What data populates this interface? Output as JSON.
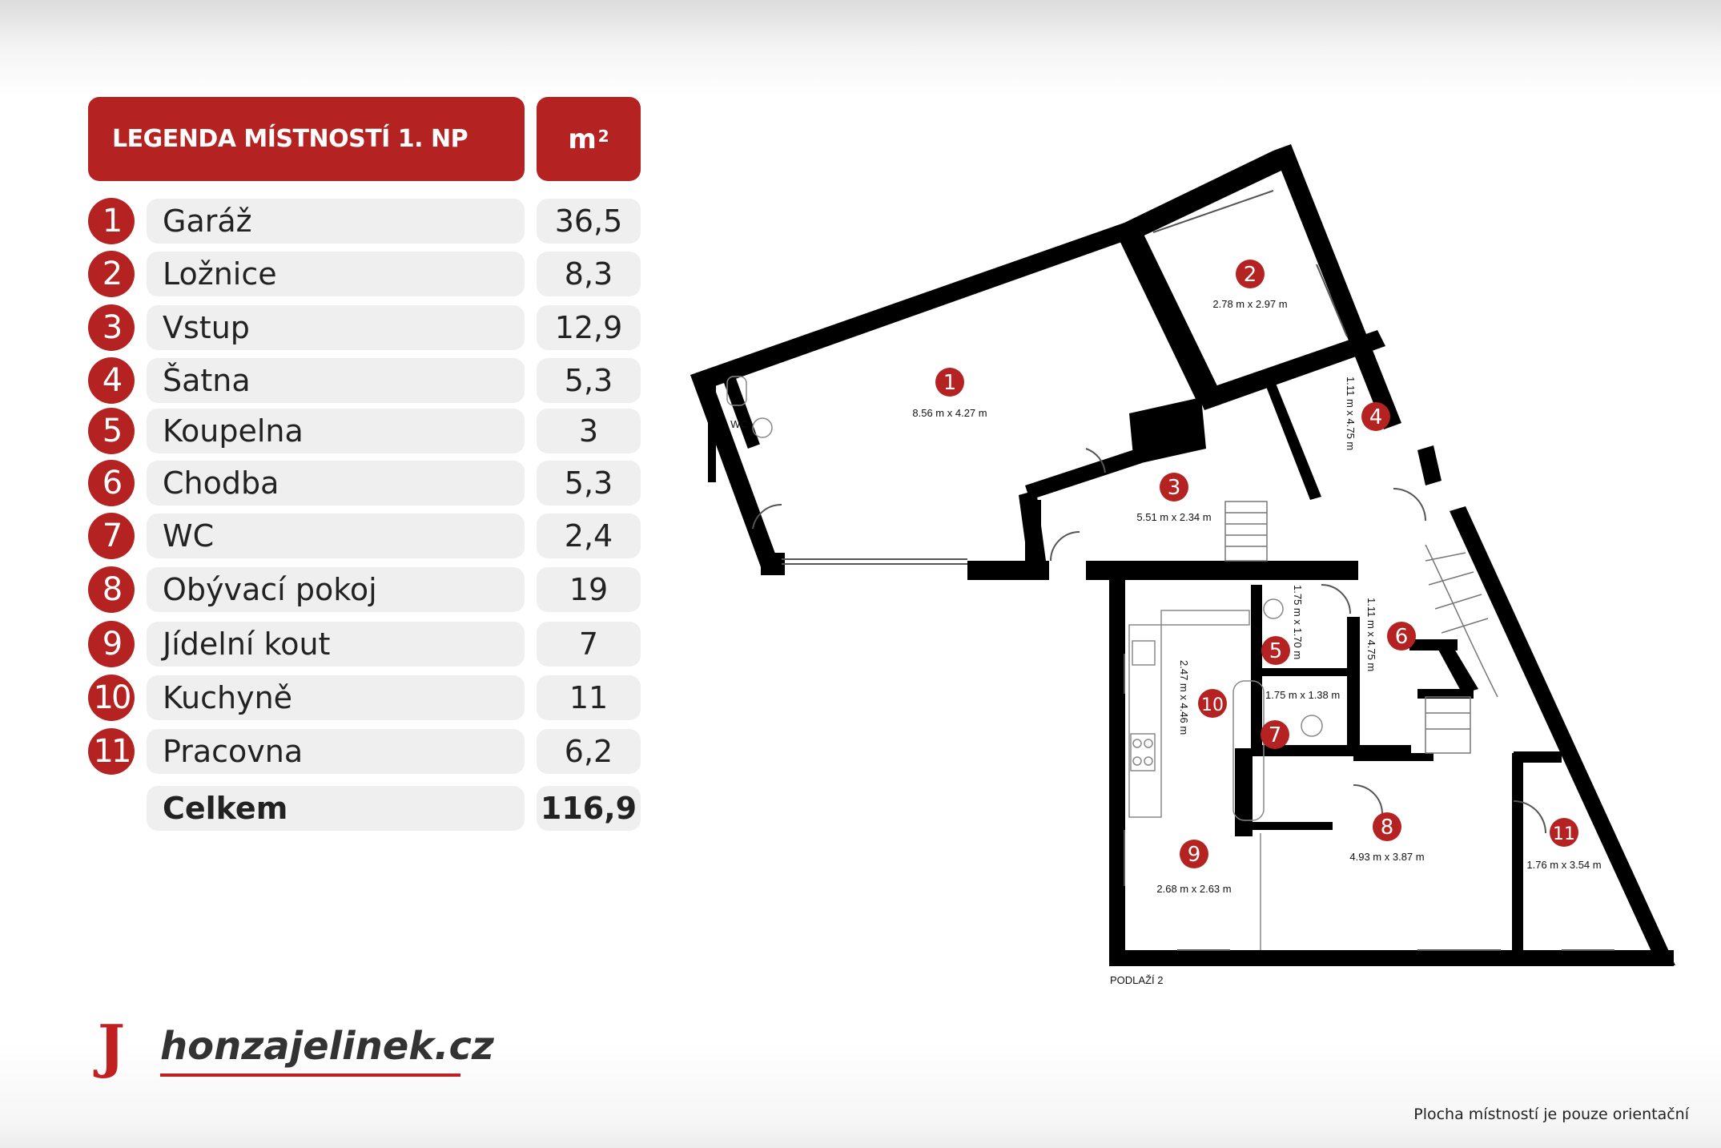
{
  "legend": {
    "title": "LEGENDA MÍSTNOSTÍ 1. NP",
    "unit_base": "m",
    "unit_exp": "2",
    "rooms": [
      {
        "num": "1",
        "name": "Garáž",
        "area": "36,5"
      },
      {
        "num": "2",
        "name": "Ložnice",
        "area": "8,3"
      },
      {
        "num": "3",
        "name": "Vstup",
        "area": "12,9"
      },
      {
        "num": "4",
        "name": "Šatna",
        "area": "5,3"
      },
      {
        "num": "5",
        "name": "Koupelna",
        "area": "3"
      },
      {
        "num": "6",
        "name": "Chodba",
        "area": "5,3"
      },
      {
        "num": "7",
        "name": "WC",
        "area": "2,4"
      },
      {
        "num": "8",
        "name": "Obývací pokoj",
        "area": "19"
      },
      {
        "num": "9",
        "name": "Jídelní kout",
        "area": "7"
      },
      {
        "num": "10",
        "name": "Kuchyně",
        "area": "11"
      },
      {
        "num": "11",
        "name": "Pracovna",
        "area": "6,2"
      }
    ],
    "total_label": "Celkem",
    "total_value": "116,9"
  },
  "plan": {
    "floor_label": "PODLAŽÍ 2",
    "wc_label": "WC",
    "rooms": [
      {
        "num": "1",
        "dims": "8.56 m x 4.27 m"
      },
      {
        "num": "2",
        "dims": "2.78 m x 2.97 m"
      },
      {
        "num": "3",
        "dims": "5.51 m x 2.34 m"
      },
      {
        "num": "4",
        "dims": "1.11 m x 4.75 m"
      },
      {
        "num": "5",
        "dims": "1.75 m x 1.70 m"
      },
      {
        "num": "6",
        "dims": "1.11 m x 4.75 m"
      },
      {
        "num": "7",
        "dims": "1.75 m x 1.38 m"
      },
      {
        "num": "8",
        "dims": "4.93 m x 3.87 m"
      },
      {
        "num": "9",
        "dims": "2.68 m x 2.63 m"
      },
      {
        "num": "10",
        "dims": "2.47 m x 4.46 m"
      },
      {
        "num": "11",
        "dims": "1.76 m x 3.54 m"
      }
    ],
    "accent_color": "#b42221",
    "wall_color": "#000000"
  },
  "branding": {
    "logo_letter": "J",
    "site": "honzajelinek.cz"
  },
  "disclaimer": "Plocha místností je pouze orientační"
}
